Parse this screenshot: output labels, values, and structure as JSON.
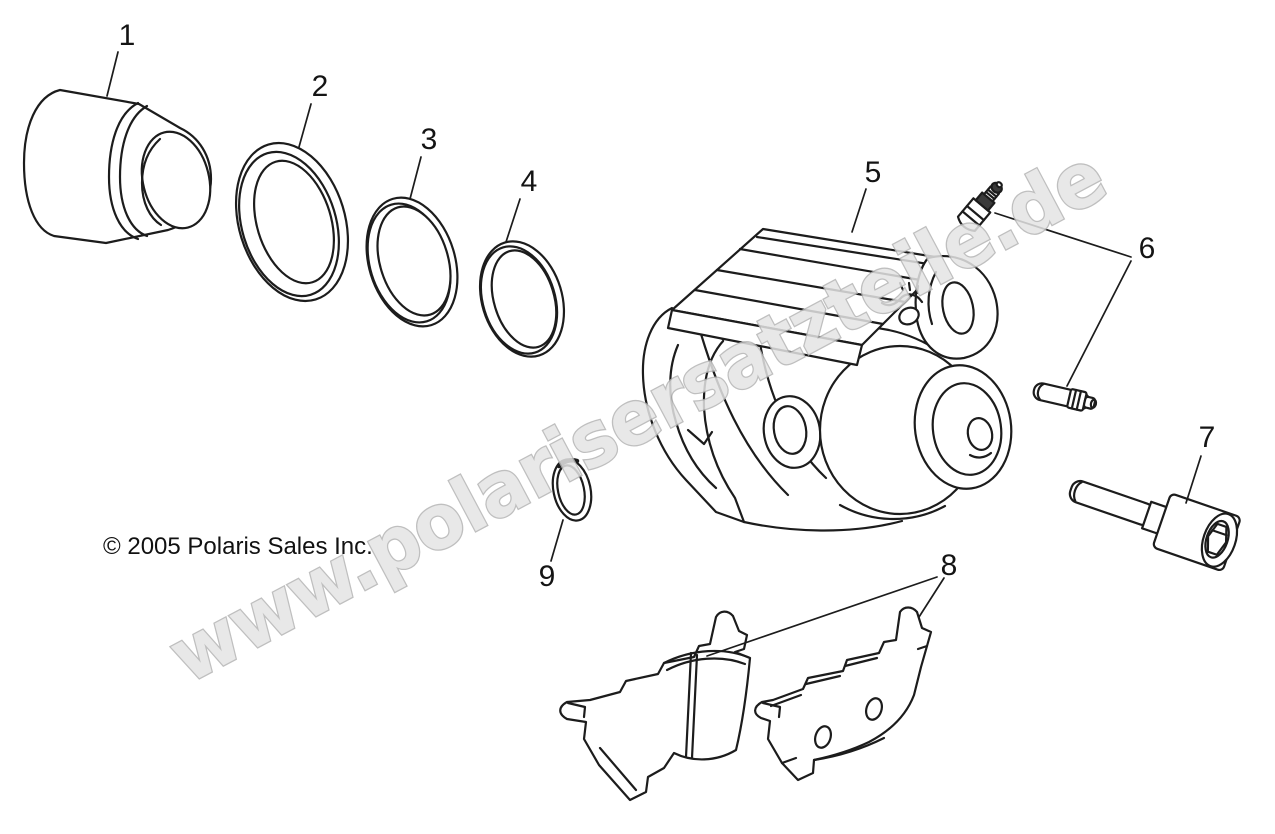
{
  "diagram": {
    "background": "#ffffff",
    "line_color": "#1c1c1c",
    "watermark": "www.polarisersatzteile.de",
    "watermark_fill": "#e4e4e4",
    "watermark_outline": "#b5b5b5",
    "copyright": "© 2005 Polaris Sales Inc.",
    "labels": [
      "1",
      "2",
      "3",
      "4",
      "5",
      "6",
      "7",
      "8",
      "9"
    ]
  }
}
